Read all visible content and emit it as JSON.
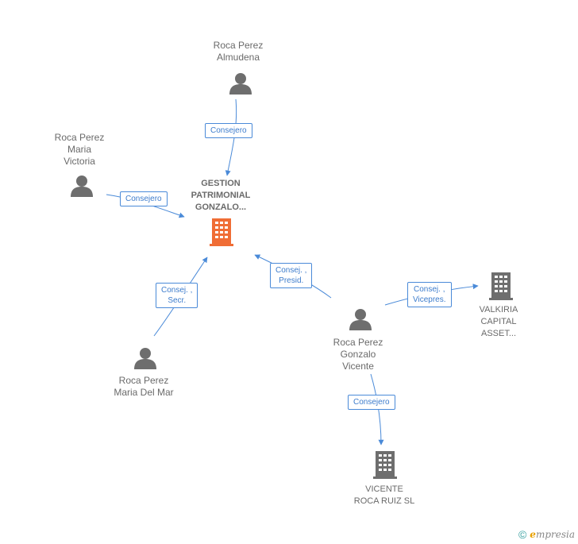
{
  "colors": {
    "edge": "#4a8ad8",
    "person_icon": "#6e6e6e",
    "company_icon": "#6e6e6e",
    "center_company_icon": "#f06d35"
  },
  "nodes": {
    "almudena": {
      "label": "Roca Perez\nAlmudena",
      "icon": "person-icon"
    },
    "victoria": {
      "label": "Roca Perez\nMaria\nVictoria",
      "icon": "person-icon"
    },
    "center": {
      "label": "GESTION\nPATRIMONIAL\nGONZALO...",
      "icon": "building-icon"
    },
    "mar": {
      "label": "Roca Perez\nMaria Del Mar",
      "icon": "person-icon"
    },
    "gonzalo": {
      "label": "Roca Perez\nGonzalo\nVicente",
      "icon": "person-icon"
    },
    "valkiria": {
      "label": "VALKIRIA\nCAPITAL\nASSET...",
      "icon": "building-icon"
    },
    "vicente": {
      "label": "VICENTE\nROCA RUIZ SL",
      "icon": "building-icon"
    }
  },
  "edges": {
    "almudena_center": "Consejero",
    "victoria_center": "Consejero",
    "mar_center": "Consej. ,\nSecr.",
    "gonzalo_center": "Consej. ,\nPresid.",
    "gonzalo_valkiria": "Consej. ,\nVicepres.",
    "gonzalo_vicente": "Consejero"
  },
  "footer": {
    "copyright": "©",
    "brand_initial": "e",
    "brand_rest": "mpresia"
  }
}
